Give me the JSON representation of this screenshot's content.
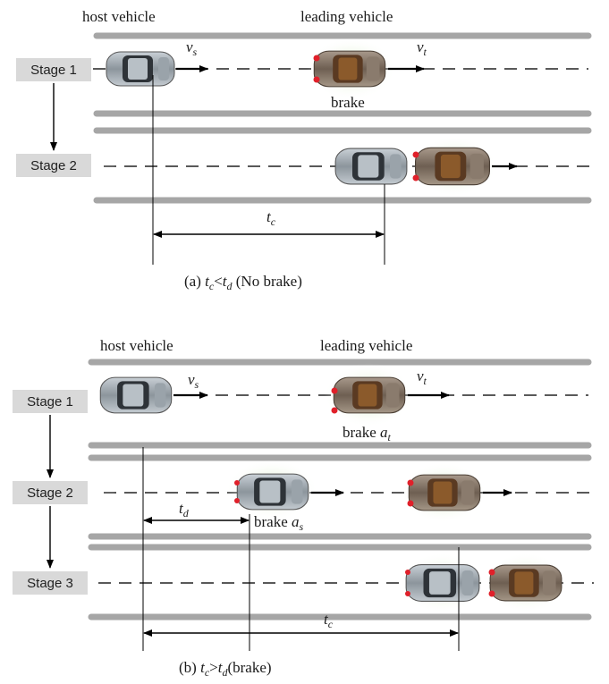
{
  "panel_a": {
    "host_label": "host vehicle",
    "leading_label": "leading vehicle",
    "stage1": "Stage 1",
    "stage2": "Stage 2",
    "vs_main": "v",
    "vs_sub": "s",
    "vt_main": "v",
    "vt_sub": "t",
    "brake": "brake",
    "tc_main": "t",
    "tc_sub": "c",
    "caption": {
      "prefix": "(a) ",
      "t1": "t",
      "s1": "c",
      "op": "<",
      "t2": "t",
      "s2": "d",
      "suffix": " (No brake)"
    }
  },
  "panel_b": {
    "host_label": "host vehicle",
    "leading_label": "leading vehicle",
    "stage1": "Stage 1",
    "stage2": "Stage 2",
    "stage3": "Stage 3",
    "vs_main": "v",
    "vs_sub": "s",
    "vt_main": "v",
    "vt_sub": "t",
    "brake_at": {
      "text": "brake ",
      "main": "a",
      "sub": "t"
    },
    "brake_as": {
      "text": "brake ",
      "main": "a",
      "sub": "s"
    },
    "td_main": "t",
    "td_sub": "d",
    "tc_main": "t",
    "tc_sub": "c",
    "caption": {
      "prefix": "(b) ",
      "t1": "t",
      "s1": "c",
      "op": ">",
      "t2": "t",
      "s2": "d",
      "suffix": "(brake)"
    }
  },
  "colors": {
    "road": "#a6a6a6",
    "stage_bg": "#d9d9d9",
    "host_car": "#9aa3aa",
    "lead_car": "#7a6a5a",
    "brake_light": "#e0202a",
    "glow": "#d8ecc4"
  }
}
